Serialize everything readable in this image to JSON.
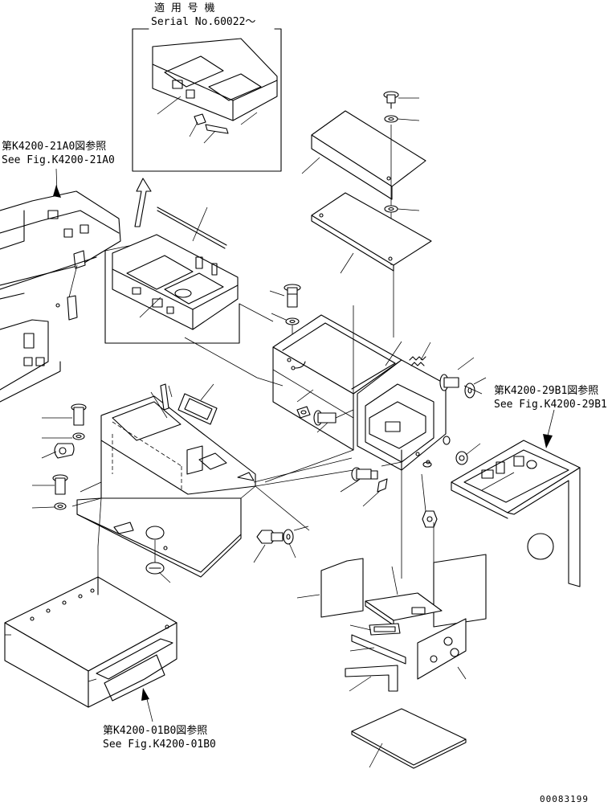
{
  "inset": {
    "title_jp": "適 用 号 機",
    "title_en": "Serial No.60022～"
  },
  "refs": {
    "left": {
      "jp": "第K4200-21A0図参照",
      "en": "See Fig.K4200-21A0"
    },
    "right": {
      "jp": "第K4200-29B1図参照",
      "en": "See Fig.K4200-29B1"
    },
    "bottom": {
      "jp": "第K4200-01B0図参照",
      "en": "See Fig.K4200-01B0"
    }
  },
  "drawing_code": "00083199"
}
